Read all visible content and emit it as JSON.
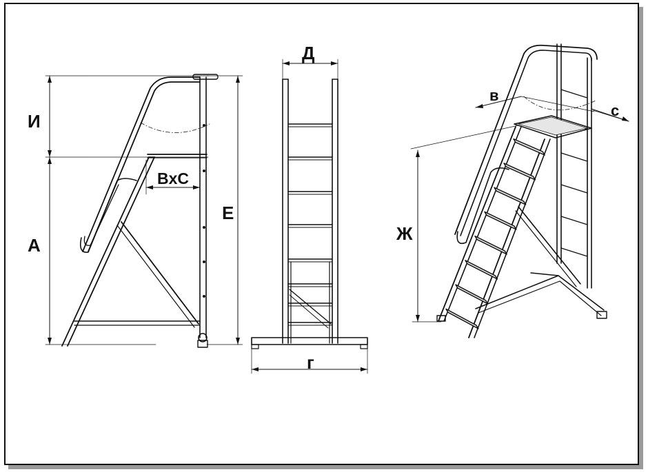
{
  "labels": {
    "I": "И",
    "A": "A",
    "E": "E",
    "BxC": "BxC",
    "D": "Д",
    "G": "г",
    "v": "в",
    "s": "с",
    "Zh": "Ж"
  }
}
